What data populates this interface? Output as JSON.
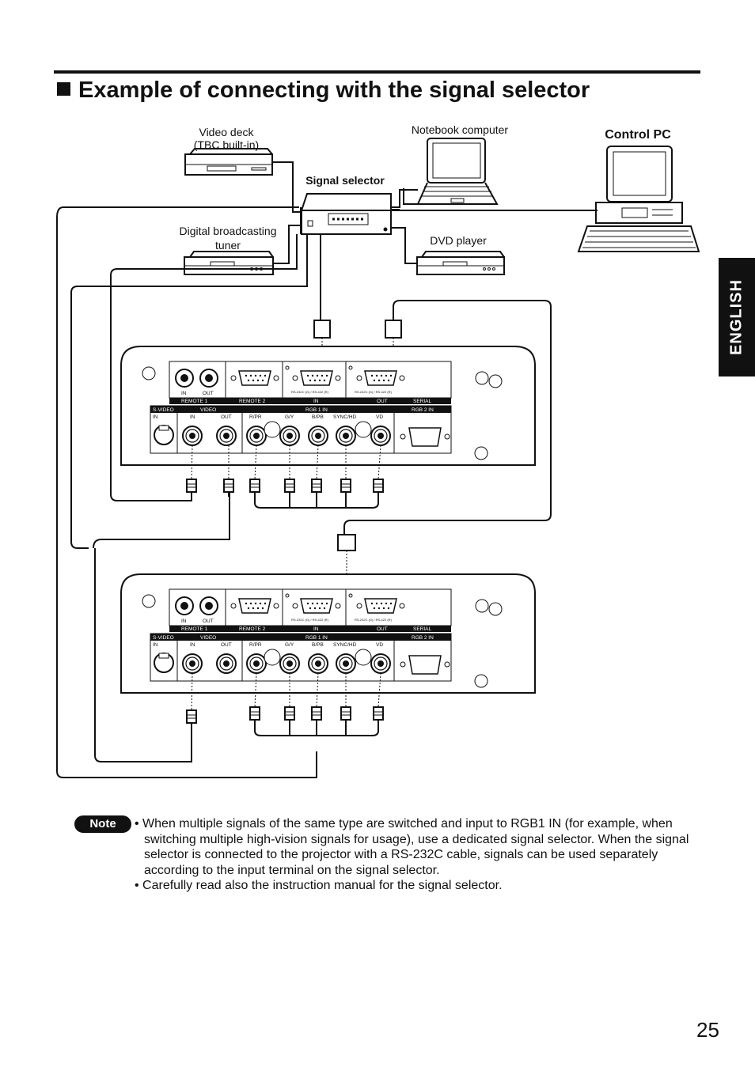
{
  "page": {
    "title": "Example of connecting with the signal selector",
    "side_tab": "ENGLISH",
    "page_number": "25"
  },
  "devices": {
    "video_deck": "Video deck\n(TBC built-in)",
    "notebook": "Notebook computer",
    "control_pc": "Control PC",
    "signal_selector": "Signal selector",
    "digital_tuner": "Digital broadcasting\ntuner",
    "dvd_player": "DVD player"
  },
  "panel_labels": {
    "in": "IN",
    "out": "OUT",
    "remote1": "REMOTE 1",
    "remote2": "REMOTE 2",
    "serial": "SERIAL",
    "svideo": "S-VIDEO",
    "video": "VIDEO",
    "rgb1in": "RGB 1 IN",
    "rgb2in": "RGB 2 IN",
    "r_pr": "R/PR",
    "g_y": "G/Y",
    "b_pb": "B/PB",
    "sync_hd": "SYNC/HD",
    "vd": "VD",
    "rs232": "RS-232C (G) / RS-422 (R)"
  },
  "note": {
    "badge": "Note",
    "items": [
      "• When multiple signals of the same type are switched and input to RGB1 IN (for example, when switching multiple high-vision signals for usage), use a dedicated signal selector. When the signal selector is connected to the projector with a RS-232C cable, signals can be used separately according to the input terminal on the signal selector.",
      "• Carefully read also the instruction manual for the signal selector."
    ]
  }
}
